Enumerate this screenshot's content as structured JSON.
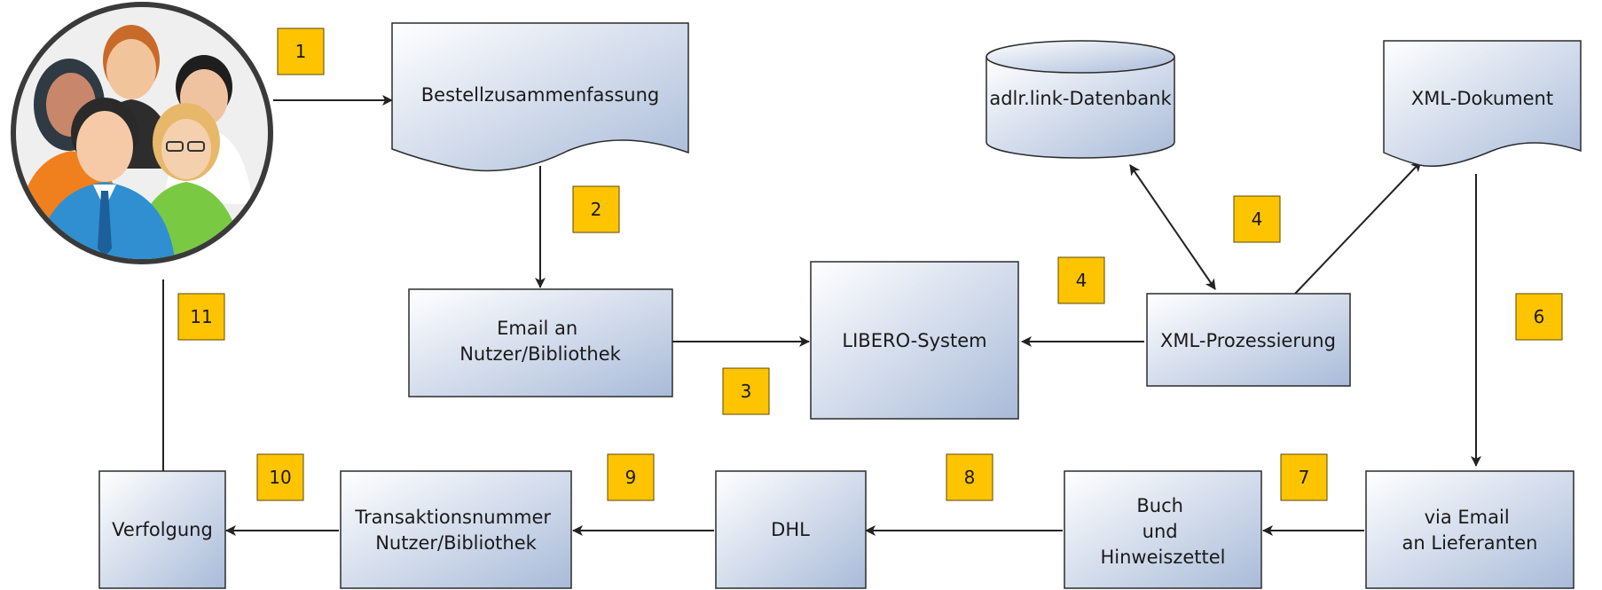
{
  "colors": {
    "node_fill_light": "#ffffff",
    "node_fill_dark": "#a9bbd9",
    "node_stroke": "#2b2b2b",
    "badge_fill": "#ffc400",
    "badge_stroke": "#5a4a00",
    "edge": "#222222"
  },
  "avatar": {
    "icon": "user-group-icon"
  },
  "nodes": {
    "bestell": "Bestellzusammenfassung",
    "email": [
      "Email an",
      "Nutzer/Bibliothek"
    ],
    "libero": "LIBERO-System",
    "db": "adlr.link-Datenbank",
    "xml_doc": "XML-Dokument",
    "xml_proc": "XML-Prozessierung",
    "verfolgung": "Verfolgung",
    "trans": [
      "Transaktionsnummer",
      "Nutzer/Bibliothek"
    ],
    "dhl": "DHL",
    "buch": [
      "Buch",
      "und",
      "Hinweiszettel"
    ],
    "via": [
      "via Email",
      "an Lieferanten"
    ]
  },
  "badges": [
    "1",
    "2",
    "3",
    "4",
    "4",
    "6",
    "7",
    "8",
    "9",
    "10",
    "11"
  ]
}
